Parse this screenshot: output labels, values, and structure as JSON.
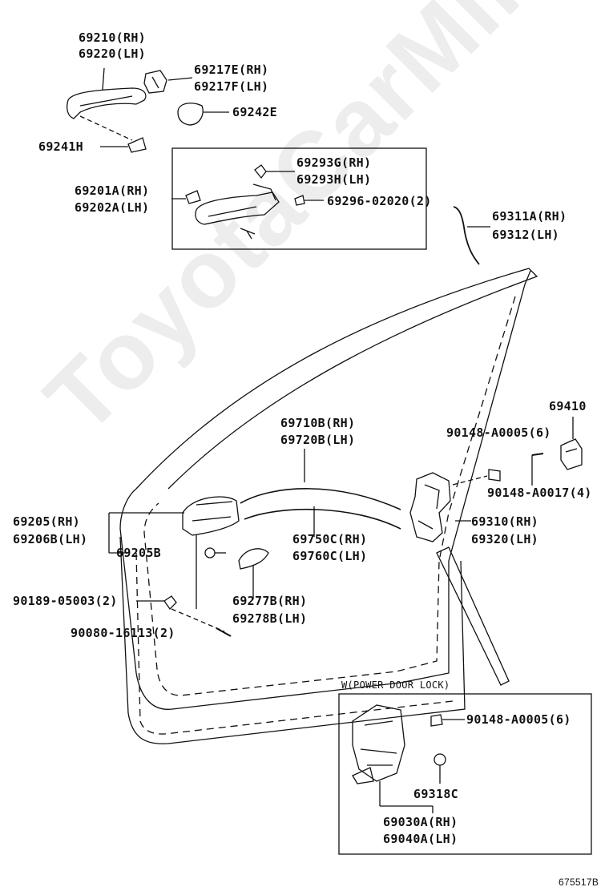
{
  "labels": {
    "p69210": "69210(RH)",
    "p69220": "69220(LH)",
    "p69217e": "69217E(RH)",
    "p69217f": "69217F(LH)",
    "p69242e": "69242E",
    "p69241h": "69241H",
    "p69293g": "69293G(RH)",
    "p69293h": "69293H(LH)",
    "p69201a": "69201A(RH)",
    "p69202a": "69202A(LH)",
    "p69296": "69296-02020(2)",
    "p69311a": "69311A(RH)",
    "p69312": "69312(LH)",
    "p69410": "69410",
    "p90148_a0005_top": "90148-A0005(6)",
    "p90148_a0017": "90148-A0017(4)",
    "p69710b": "69710B(RH)",
    "p69720b": "69720B(LH)",
    "p69205": "69205(RH)",
    "p69206b": "69206B(LH)",
    "p69205b": "69205B",
    "p69750c": "69750C(RH)",
    "p69760c": "69760C(LH)",
    "p69310": "69310(RH)",
    "p69320": "69320(LH)",
    "p90189": "90189-05003(2)",
    "p69277b": "69277B(RH)",
    "p69278b": "69278B(LH)",
    "p90080": "90080-16113(2)",
    "power_lock_title": "W(POWER DOOR LOCK)",
    "p90148_a0005_bottom": "90148-A0005(6)",
    "p69318c": "69318C",
    "p69030a": "69030A(RH)",
    "p69040a": "69040A(LH)"
  },
  "diagram_code": "675517B",
  "watermark": "ToyotaCarMine.ru"
}
